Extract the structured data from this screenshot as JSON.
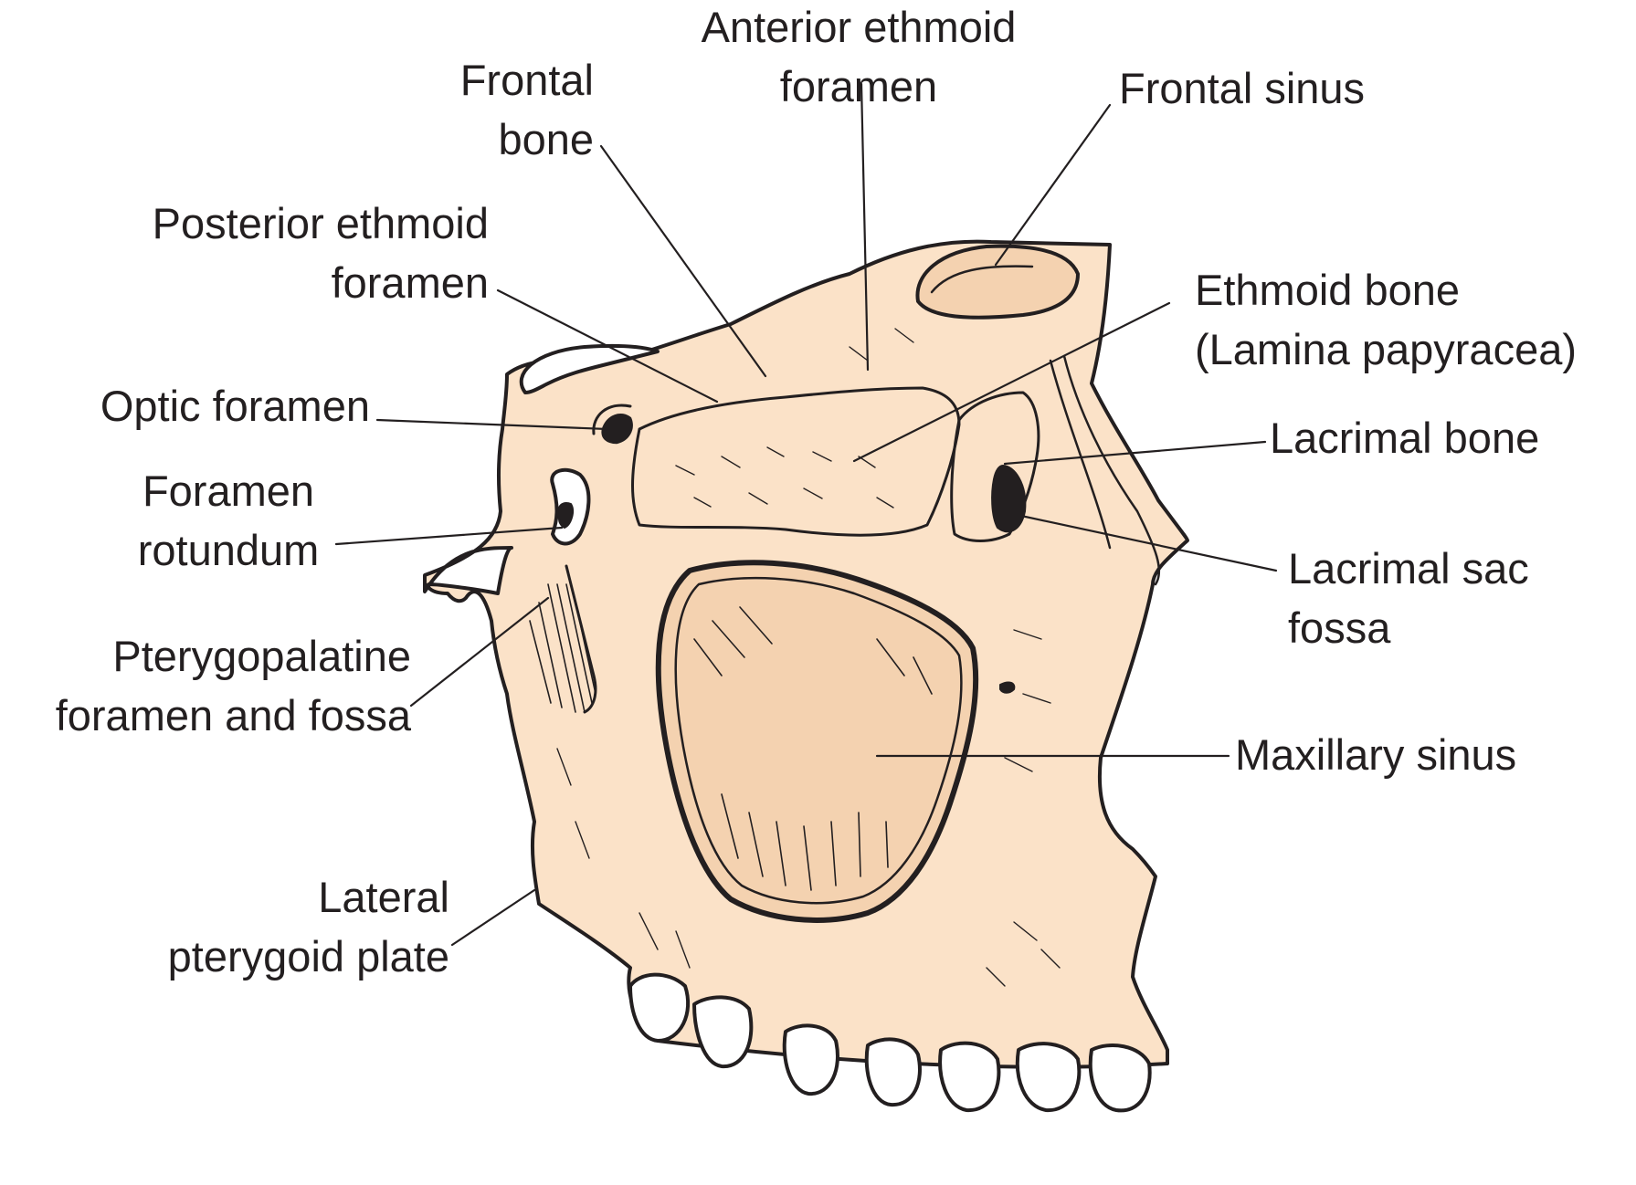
{
  "labels": {
    "anterior_ethmoid_foramen": [
      "Anterior ethmoid",
      "foramen"
    ],
    "frontal_bone": [
      "Frontal",
      "bone"
    ],
    "frontal_sinus": [
      "Frontal sinus"
    ],
    "posterior_ethmoid_foramen": [
      "Posterior ethmoid",
      "foramen"
    ],
    "ethmoid_bone": [
      "Ethmoid bone",
      "(Lamina papyracea)"
    ],
    "optic_foramen": [
      "Optic foramen"
    ],
    "lacrimal_bone": [
      "Lacrimal bone"
    ],
    "foramen_rotundum": [
      "Foramen",
      "rotundum"
    ],
    "lacrimal_sac_fossa": [
      "Lacrimal sac",
      "fossa"
    ],
    "pterygopalatine": [
      "Pterygopalatine",
      "foramen and fossa"
    ],
    "maxillary_sinus": [
      "Maxillary sinus"
    ],
    "lateral_pterygoid_plate": [
      "Lateral",
      "pterygoid plate"
    ]
  },
  "colors": {
    "bone_fill": "#fbe2c8",
    "sinus_fill": "#f4d2b0",
    "ink": "#231f20",
    "tooth_fill": "#ffffff"
  }
}
